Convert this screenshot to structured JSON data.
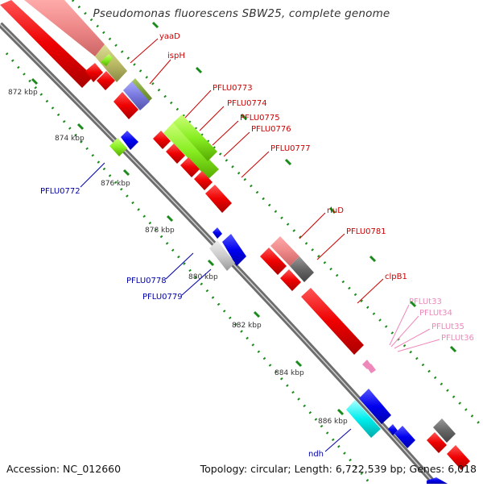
{
  "title": "Pseudomonas fluorescens SBW25, complete genome",
  "footer": {
    "accession": "Accession: NC_012660",
    "summary": "Topology: circular; Length: 6,722,539 bp; Genes: 6,018"
  },
  "kbp_ticks": [
    "872 kbp",
    "874 kbp",
    "876 kbp",
    "878 kbp",
    "880 kbp",
    "882 kbp",
    "884 kbp",
    "886 kbp"
  ],
  "gene_labels_forward": [
    "yaaD",
    "ispH",
    "PFLU0773",
    "PFLU0774",
    "PFLU0775",
    "PFLU0776",
    "PFLU0777",
    "rluD",
    "PFLU0781",
    "clpB1"
  ],
  "gene_labels_trna": [
    "PFLUt33",
    "PFLUt34",
    "PFLUt35",
    "PFLUt36"
  ],
  "gene_labels_reverse": [
    "PFLU0772",
    "PFLU0778",
    "PFLU0779",
    "ndh"
  ],
  "colors": {
    "forward_label": "#cc0000",
    "reverse_label": "#0000aa",
    "trna_label": "#ee88bb",
    "red_gene": "#ee0000",
    "blue_gene": "#0000ee",
    "green_gene": "#88ee22",
    "pink_gene": "#ee8888",
    "gray_gene": "#666666",
    "cyan_gene": "#00eeee",
    "backbone": "#777777",
    "dotted_track": "#228822"
  }
}
